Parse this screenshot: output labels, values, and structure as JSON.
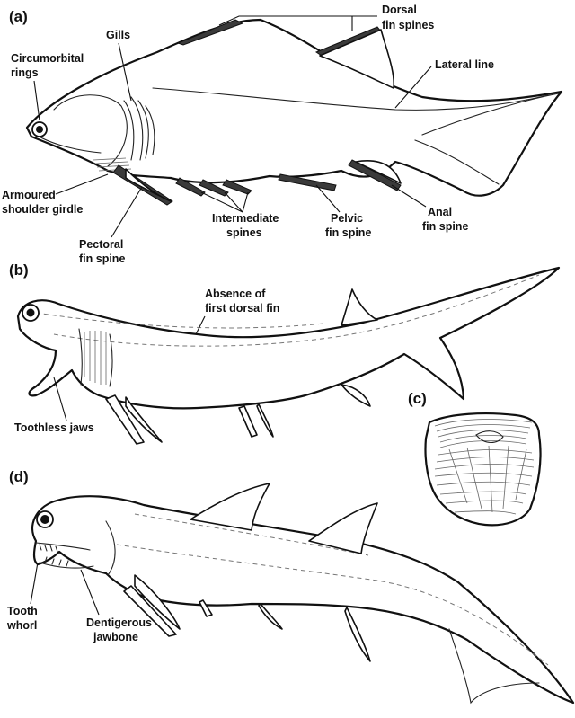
{
  "panels": {
    "a": {
      "letter": "(a)",
      "labels": {
        "dorsal_line1": "Dorsal",
        "dorsal_line2": "fin spines",
        "circ_line1": "Circumorbital",
        "circ_line2": "rings",
        "gills": "Gills",
        "lateral_line": "Lateral line",
        "armoured_line1": "Armoured",
        "armoured_line2": "shoulder girdle",
        "intermediate_line1": "Intermediate",
        "intermediate_line2": "spines",
        "pelvic_line1": "Pelvic",
        "pelvic_line2": "fin spine",
        "anal_line1": "Anal",
        "anal_line2": "fin spine",
        "pectoral_line1": "Pectoral",
        "pectoral_line2": "fin spine"
      }
    },
    "b": {
      "letter": "(b)",
      "labels": {
        "absence_line1": "Absence of",
        "absence_line2": "first dorsal fin",
        "toothless": "Toothless jaws"
      }
    },
    "c": {
      "letter": "(c)"
    },
    "d": {
      "letter": "(d)",
      "labels": {
        "tooth_line1": "Tooth",
        "tooth_line2": "whorl",
        "dent_line1": "Dentigerous",
        "dent_line2": "jawbone"
      }
    }
  }
}
